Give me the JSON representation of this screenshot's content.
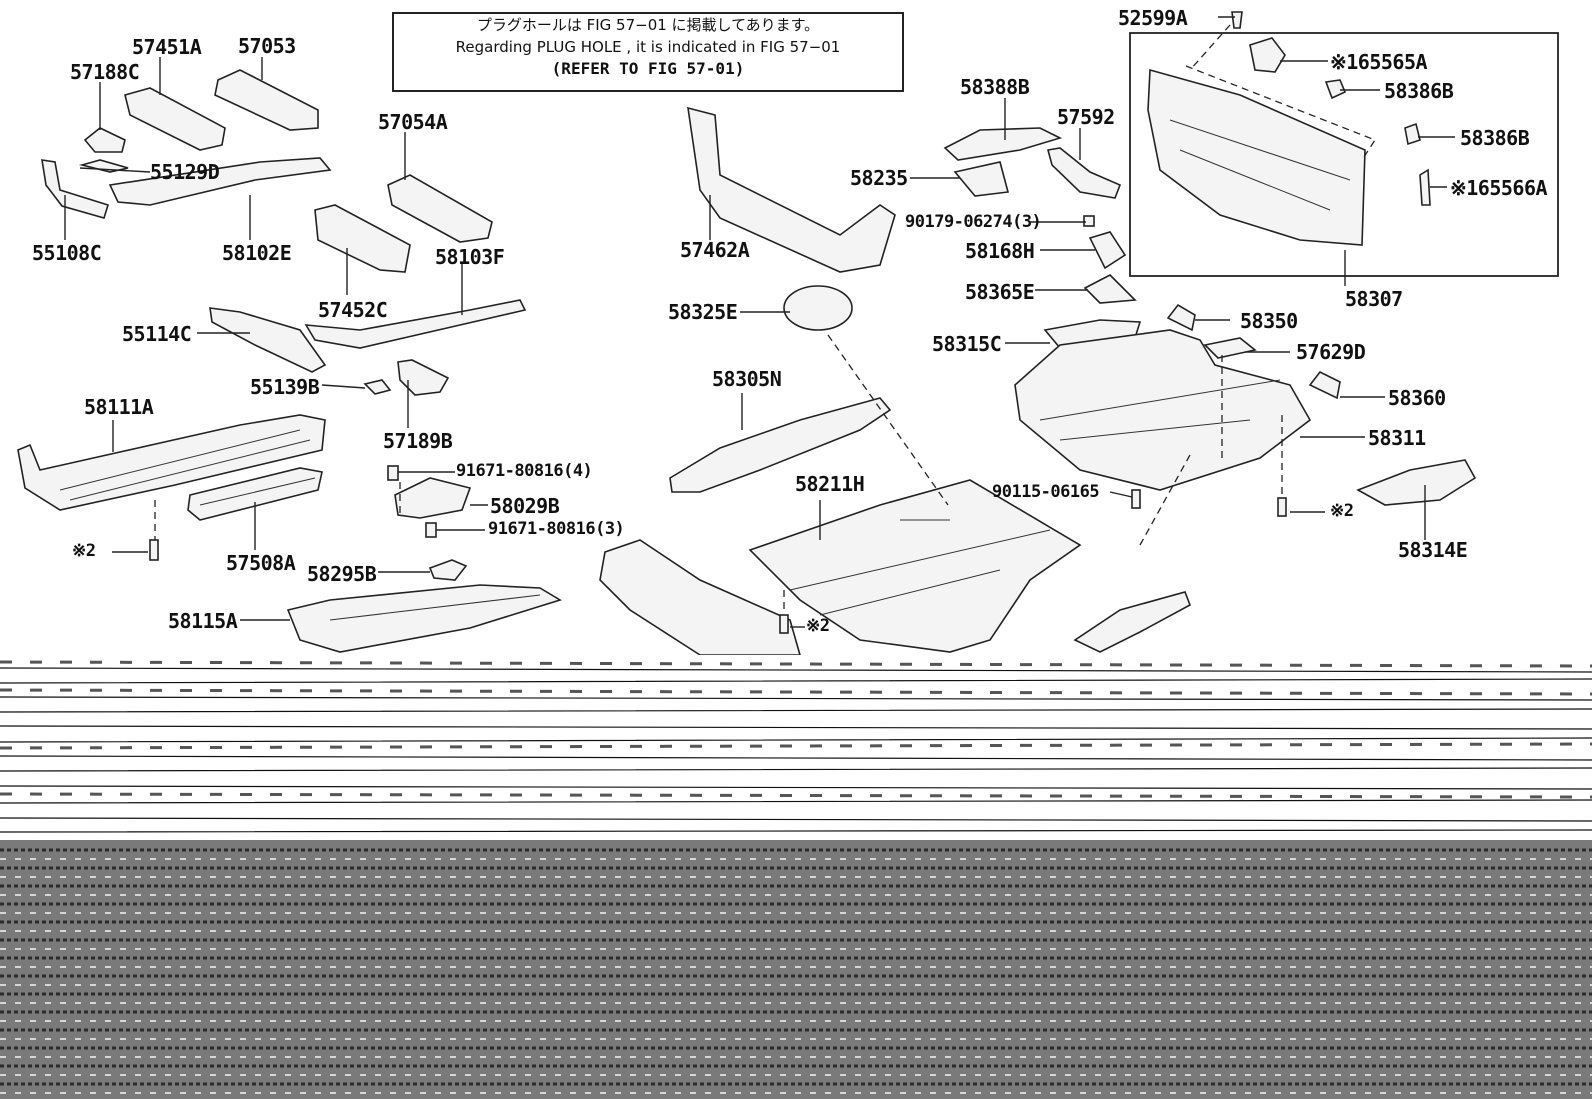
{
  "note": {
    "line1": "プラグホールは FIG 57−01 に掲載してあります。",
    "line2": "Regarding PLUG HOLE , it is indicated in FIG 57−01",
    "line3": "(REFER TO FIG 57-01)"
  },
  "labels": {
    "l57451A": "57451A",
    "l57053": "57053",
    "l57188C": "57188C",
    "l55129D": "55129D",
    "l55108C": "55108C",
    "l58102E": "58102E",
    "l57054A": "57054A",
    "l58103F": "58103F",
    "l57452C": "57452C",
    "l55114C": "55114C",
    "l55139B": "55139B",
    "l57189B": "57189B",
    "l58111A": "58111A",
    "l91671a": "91671-80816(4)",
    "l58029B": "58029B",
    "l91671b": "91671-80816(3)",
    "l57508A": "57508A",
    "l58295B": "58295B",
    "l58115A": "58115A",
    "lnote2a": "※2",
    "l57462A": "57462A",
    "l58325E": "58325E",
    "l58305N": "58305N",
    "l58211H": "58211H",
    "lnote2b": "※2",
    "l58388B": "58388B",
    "l58235": "58235",
    "l57592": "57592",
    "l90179": "90179-06274(3)",
    "l58168H": "58168H",
    "l58365E": "58365E",
    "l58315C": "58315C",
    "l58350": "58350",
    "l57629D": "57629D",
    "l58360": "58360",
    "l58311": "58311",
    "l90115": "90115-06165",
    "lnote2c": "※2",
    "l58314E": "58314E",
    "l52599A": "52599A",
    "l65565A": "※165565A",
    "l58386Ba": "58386B",
    "l58386Bb": "58386B",
    "l65566A": "※165566A",
    "l58307": "58307"
  }
}
